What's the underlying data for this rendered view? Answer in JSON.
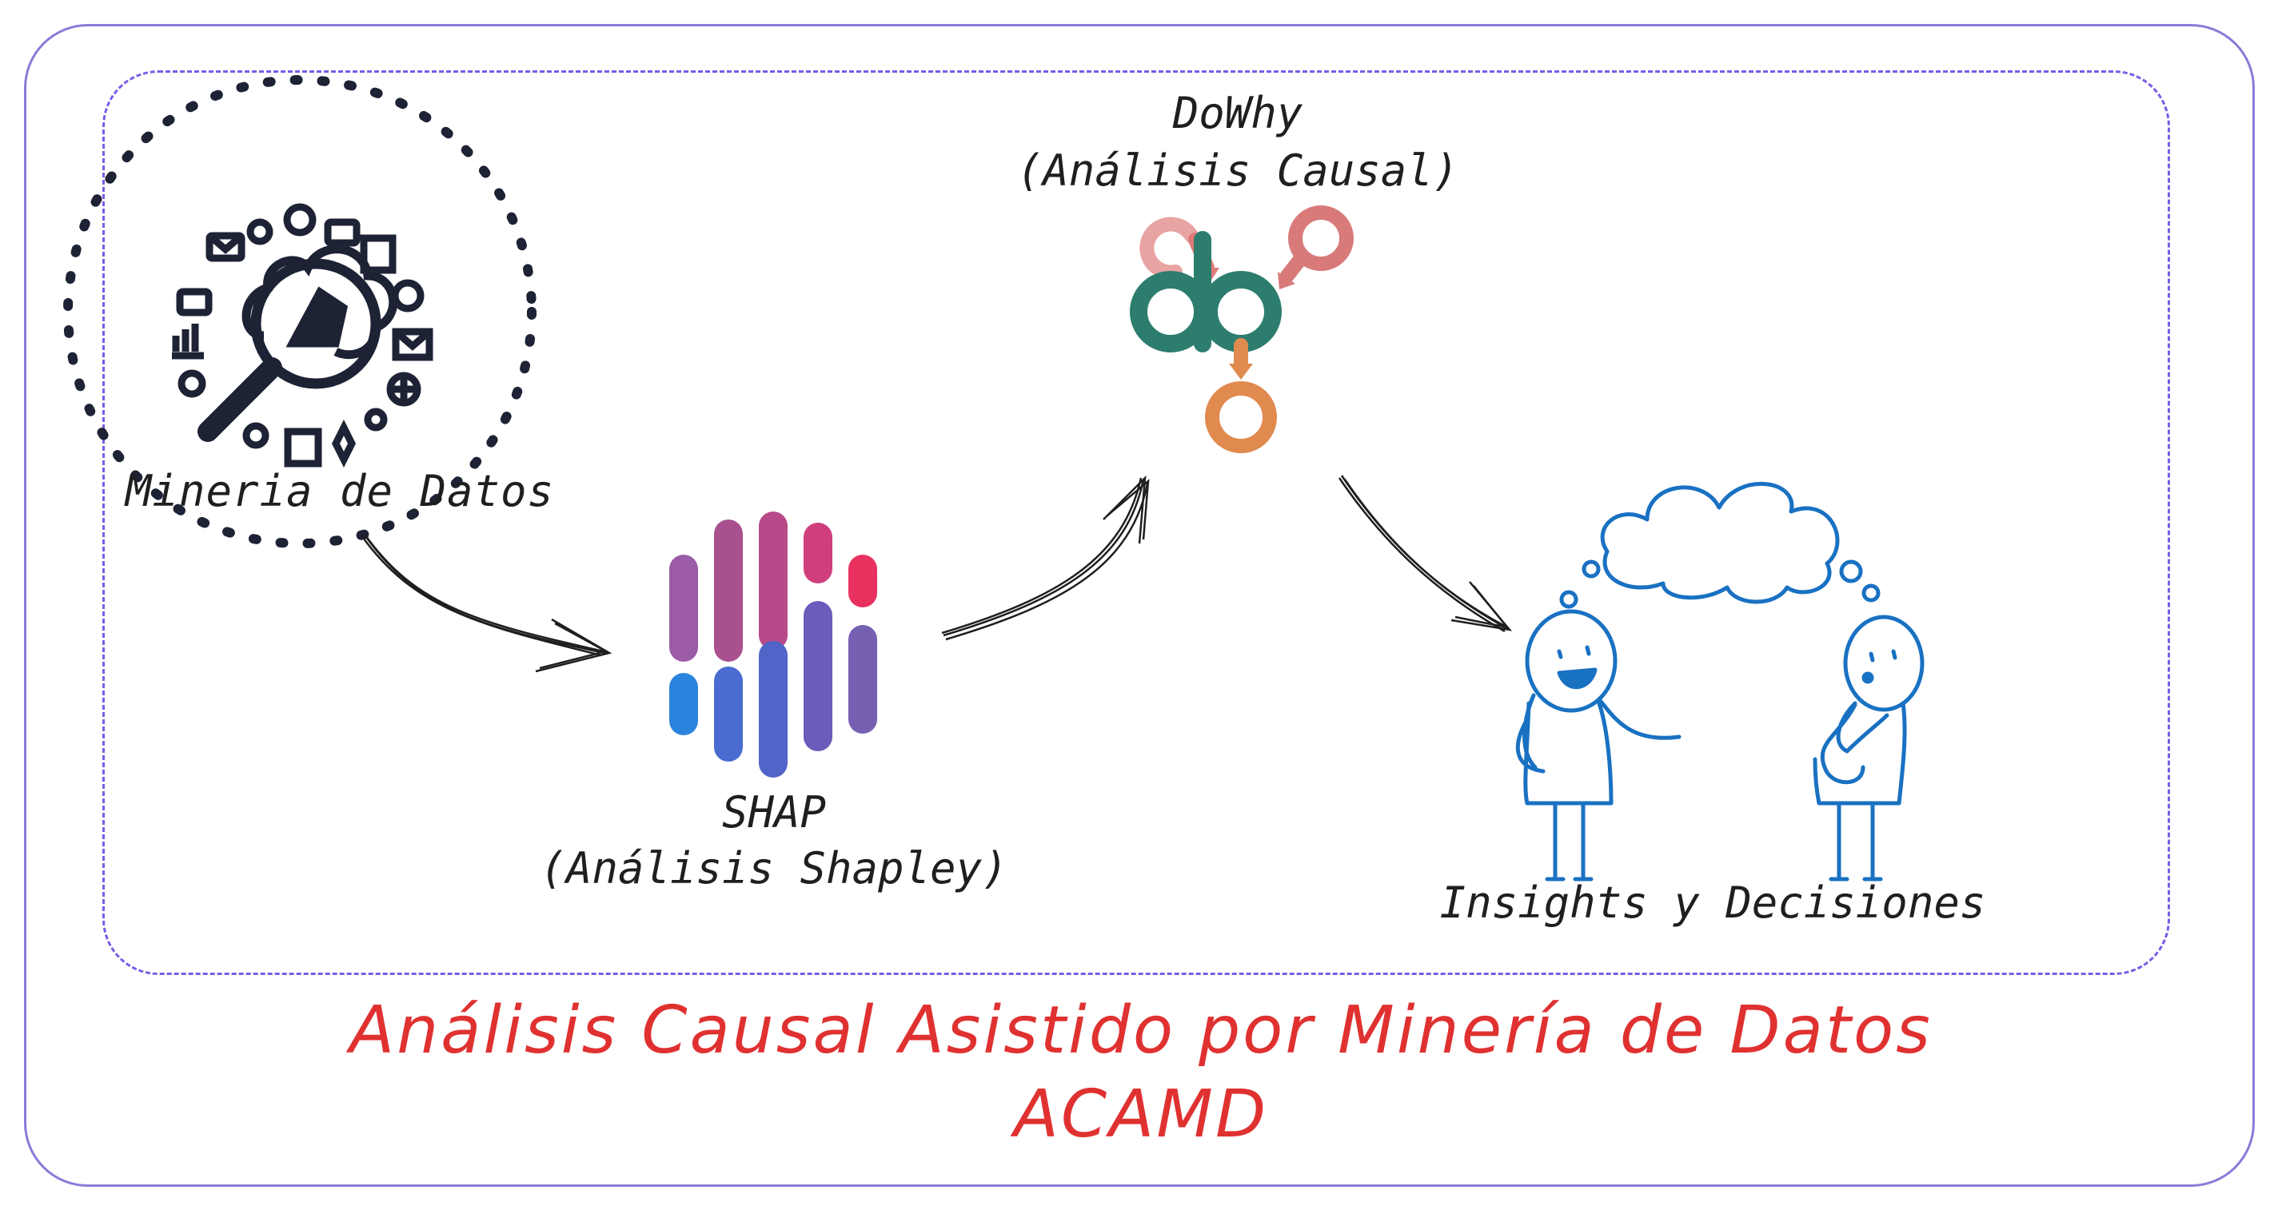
{
  "nodes": {
    "mineria": {
      "label": "Mineria de Datos",
      "icon": "data-mining-icon"
    },
    "shap": {
      "label_line1": "SHAP",
      "label_line2": "(Análisis Shapley)",
      "icon": "shap-logo-icon"
    },
    "dowhy": {
      "label_line1": "DoWhy",
      "label_line2": "(Análisis Causal)",
      "icon": "dowhy-logo-icon"
    },
    "insights": {
      "label": "Insights y Decisiones",
      "icon": "people-thinking-icon"
    }
  },
  "footer": {
    "title": "Análisis Causal Asistido por Minería de Datos",
    "acronym": "ACAMD"
  },
  "colors": {
    "outer_border": "#8b7ad8",
    "inner_border": "#7b5be6",
    "title": "#e03131",
    "text": "#1f1f1f",
    "icon_dark": "#1e2235",
    "people_blue": "#1971c2"
  }
}
